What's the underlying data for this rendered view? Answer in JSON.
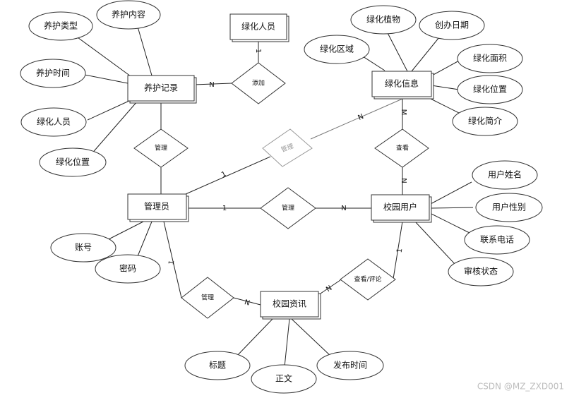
{
  "entities": {
    "maintenance_record": "养护记录",
    "green_staff": "绿化人员",
    "green_info": "绿化信息",
    "admin": "管理员",
    "campus_user": "校园用户",
    "campus_news": "校园资讯"
  },
  "attributes": {
    "maintenance_type": "养护类型",
    "maintenance_content": "养护内容",
    "maintenance_time": "养护时间",
    "mr_green_staff": "绿化人员",
    "mr_green_location": "绿化位置",
    "green_plant": "绿化植物",
    "founded_date": "创办日期",
    "green_area_region": "绿化区域",
    "green_area_size": "绿化面积",
    "gi_green_location": "绿化位置",
    "green_intro": "绿化简介",
    "user_name": "用户姓名",
    "user_gender": "用户性别",
    "phone": "联系电话",
    "review_status": "审核状态",
    "account": "账号",
    "password": "密码",
    "title": "标题",
    "body": "正文",
    "publish_time": "发布时间"
  },
  "relationships": {
    "add": "添加",
    "manage_record": "管理",
    "manage_green": "管理",
    "view": "查看",
    "manage_user": "管理",
    "manage_news": "管理",
    "view_comment": "查看/评论"
  },
  "cardinality": {
    "record_add": "N",
    "staff_add": "1",
    "admin_green": "1",
    "green_admin": "N",
    "green_view": "M",
    "user_view": "N",
    "admin_user": "1",
    "user_admin": "N",
    "admin_news": "1",
    "news_admin": "N",
    "news_comment": "N",
    "user_comment": "1"
  },
  "watermark": "CSDN @MZ_ZXD001"
}
